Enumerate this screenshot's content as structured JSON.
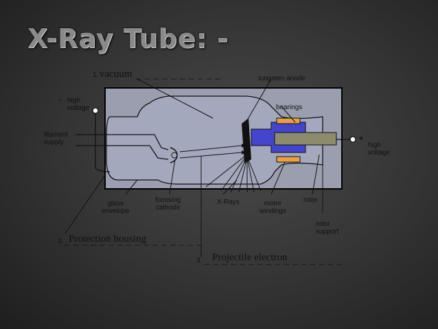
{
  "title": "X-Ray Tube: -",
  "labels": {
    "neg_sign": "-",
    "high_voltage_neg": "high\nvoltage",
    "pos_sign": "+",
    "high_voltage_pos": "high\nvoltage",
    "filament_supply": "filament\nsupply",
    "tungsten_anode": "tungsten anode",
    "bearings": "bearings",
    "glass_envelope": "glass\nenvelope",
    "focusing_cathode": "focusing\ncathode",
    "x_rays": "X-Rays",
    "motor_windings": "motor\nwindings",
    "rotor": "rotor",
    "rotor_support": "rotor\nsupport"
  },
  "annotations": {
    "vacuum": {
      "num": "1.",
      "text": "vacuum",
      "dashes": "_ _ _ _ _ _ _ _ _ _"
    },
    "protection_housing": {
      "num": "2.",
      "text": "Protection housing",
      "dashes": "_ _ _ _ _ _ _ _ _ _ _ _ _ _ _ _"
    },
    "projectile_electron": {
      "num": "3.",
      "text": "Projectile electron",
      "dashes": "_ _ _ _ _ _ _ _ _ _ _ _ _ _ _ _"
    }
  },
  "colors": {
    "housing_fill": "#9b9eae",
    "envelope_fill": "#a4a8bd",
    "rotor_blue": "#4444cc",
    "rotor_gray": "#8c8c6c",
    "bearing_orange": "#e8a040",
    "target_black": "#111111"
  }
}
